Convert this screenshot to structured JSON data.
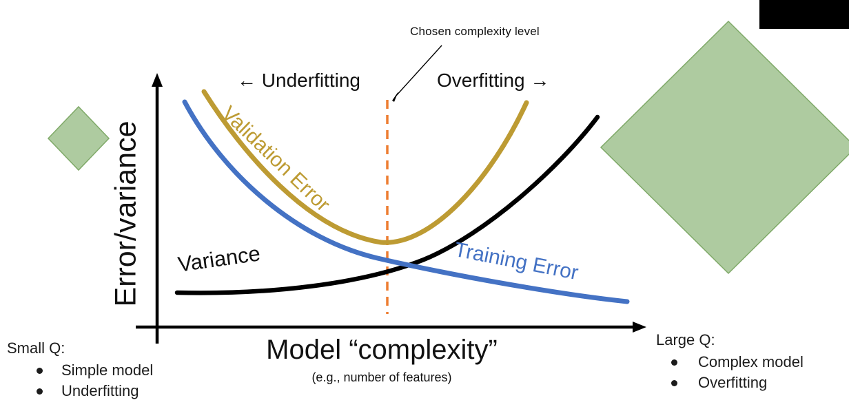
{
  "slide": {
    "annotation": {
      "chosen_complexity": "Chosen complexity level"
    },
    "region_labels": {
      "underfitting": "← Underfitting",
      "overfitting": "Overfitting →"
    },
    "curve_labels": {
      "validation": "Validation Error",
      "training": "Training Error",
      "variance": "Variance"
    },
    "axes": {
      "y_label": "Error/variance",
      "x_label": "Model “complexity”",
      "x_sublabel": "(e.g., number of features)"
    },
    "left_note": {
      "title": "Small Q:",
      "bullets": [
        "Simple model",
        "Underfitting"
      ]
    },
    "right_note": {
      "title": "Large Q:",
      "bullets": [
        "Complex model",
        "Overfitting"
      ]
    },
    "colors": {
      "validation_curve": "#BD9B33",
      "training_curve": "#4472C4",
      "variance_curve": "#000000",
      "chosen_line": "#ED7D31",
      "axis": "#000000",
      "diamond_fill": "#AECBA0",
      "diamond_stroke": "#7FA968",
      "corner_block": "#000000"
    }
  },
  "chart_data": {
    "type": "line",
    "title": "",
    "xlabel": "Model “complexity” (e.g., number of features)",
    "ylabel": "Error/variance",
    "axis_ticks": "none (conceptual sketch, unlabeled axes)",
    "annotations": [
      "Chosen complexity level",
      "← Underfitting",
      "Overfitting →"
    ],
    "chosen_complexity_marker": "vertical dashed orange line at the validation-error minimum",
    "x": [
      0.0,
      0.125,
      0.25,
      0.375,
      0.5,
      0.625,
      0.75,
      0.875,
      1.0
    ],
    "series": [
      {
        "name": "Validation Error",
        "color": "#BD9B33",
        "shape": "U-shaped: high when underfitting, minimum at chosen complexity, high when overfitting",
        "values": [
          0.95,
          0.72,
          0.5,
          0.38,
          0.34,
          0.36,
          0.55,
          0.82,
          null
        ]
      },
      {
        "name": "Training Error",
        "color": "#4472C4",
        "shape": "monotonically decreasing with complexity",
        "values": [
          0.91,
          0.66,
          0.47,
          0.35,
          0.3,
          0.26,
          0.22,
          0.18,
          0.16
        ]
      },
      {
        "name": "Variance",
        "color": "#000000",
        "shape": "monotonically increasing with complexity",
        "values": [
          0.14,
          0.14,
          0.15,
          0.18,
          0.24,
          0.32,
          0.47,
          0.67,
          0.85
        ]
      }
    ]
  }
}
